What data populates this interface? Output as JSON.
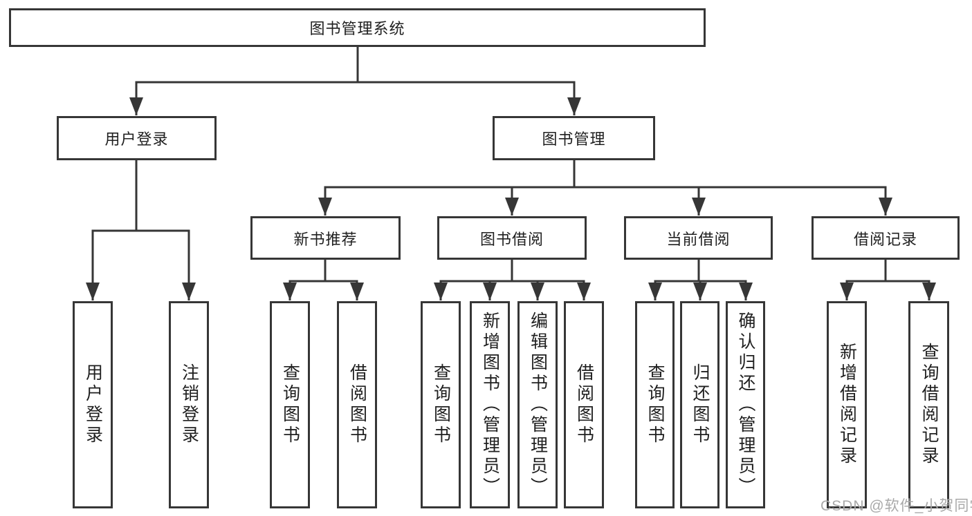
{
  "watermark": "CSDN @软件_小贺同学",
  "colors": {
    "line": "#363636",
    "text": "#1f1f1f",
    "watermark": "#a9a9a9",
    "background": "#ffffff"
  },
  "tree": {
    "root": {
      "label": "图书管理系统"
    },
    "children": [
      {
        "label": "用户登录",
        "children": [
          {
            "label": "用户登录"
          },
          {
            "label": "注销登录"
          }
        ]
      },
      {
        "label": "图书管理",
        "children": [
          {
            "label": "新书推荐",
            "children": [
              {
                "label": "查询图书"
              },
              {
                "label": "借阅图书"
              }
            ]
          },
          {
            "label": "图书借阅",
            "children": [
              {
                "label": "查询图书"
              },
              {
                "label": "新增图书（管理员）"
              },
              {
                "label": "编辑图书（管理员）"
              },
              {
                "label": "借阅图书"
              }
            ]
          },
          {
            "label": "当前借阅",
            "children": [
              {
                "label": "查询图书"
              },
              {
                "label": "归还图书"
              },
              {
                "label": "确认归还（管理员）"
              }
            ]
          },
          {
            "label": "借阅记录",
            "children": [
              {
                "label": "新增借阅记录"
              },
              {
                "label": "查询借阅记录"
              }
            ]
          }
        ]
      }
    ]
  }
}
